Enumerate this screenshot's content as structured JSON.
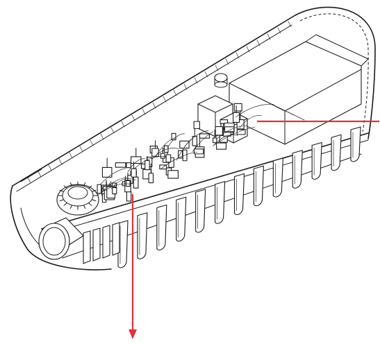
{
  "figure": {
    "line_color": "#1a1a1a",
    "background": "#ffffff",
    "callout_color": "#e0303a"
  },
  "callouts": [
    {
      "id": "horizontal-pointer",
      "orientation": "horizontal"
    },
    {
      "id": "vertical-pointer",
      "orientation": "vertical-with-arrowhead"
    }
  ]
}
